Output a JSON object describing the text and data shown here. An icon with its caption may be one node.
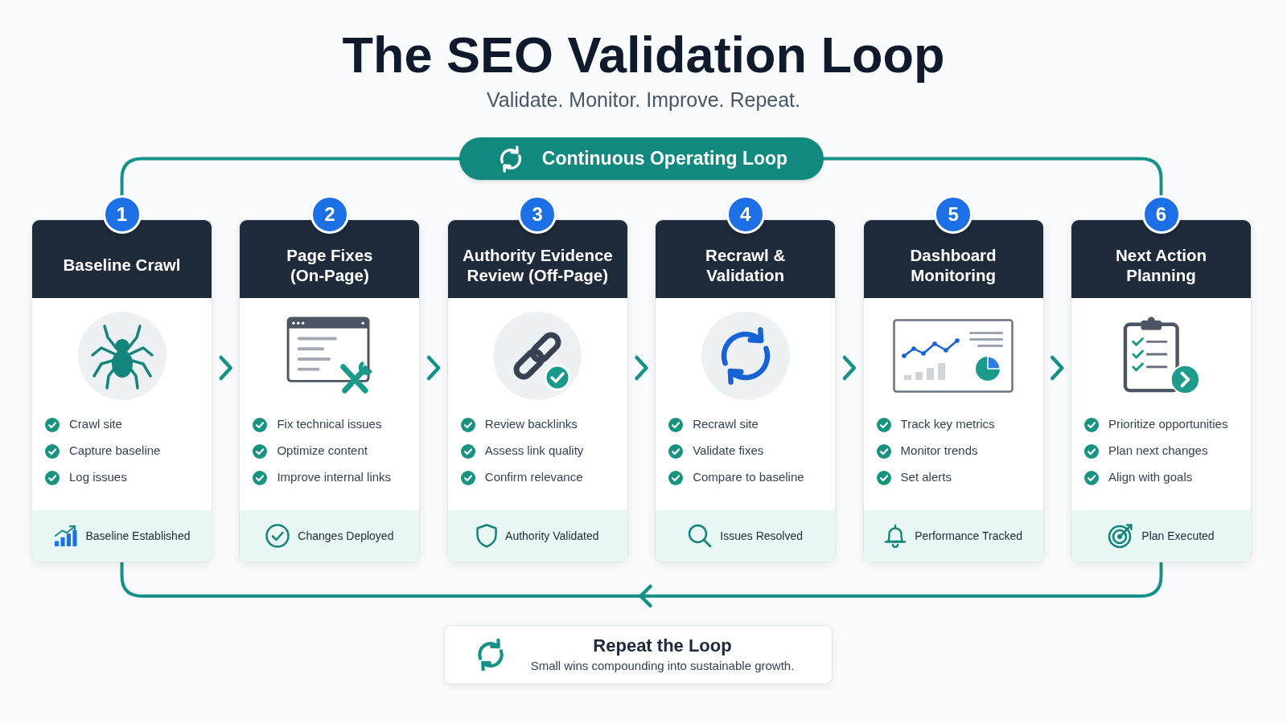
{
  "diagram": {
    "title": "The SEO Validation Loop",
    "nodes": [
      {
        "text": [
          "Continuous Operating Loop"
        ]
      },
      {
        "text": [
          "1"
        ]
      },
      {
        "text": [
          "Baseline Crawl",
          "Crawl site",
          "Capture baseline",
          "Log issues"
        ]
      },
      {
        "text": [
          "Baseline Established"
        ],
        "in": 2
      },
      {
        "text": [
          "2"
        ]
      },
      {
        "text": [
          "Page Fixes (On-Page)",
          "Fix technical issues",
          "Optimize content",
          "Improve internal links"
        ]
      },
      {
        "text": [
          "Changes Deployed"
        ],
        "in": 5
      },
      {
        "text": [
          "3"
        ]
      },
      {
        "text": [
          "Authority Evidence Review (Off-Page)",
          "Review backlinks",
          "Assess link quality",
          "Confirm relevance"
        ]
      },
      {
        "text": [
          "Authority Validated"
        ],
        "in": 8
      },
      {
        "text": [
          "4"
        ]
      },
      {
        "text": [
          "Recrawl & Validation",
          "Recrawl site",
          "Validate fixes",
          "Compare to baseline"
        ]
      },
      {
        "text": [
          "Issues Resolved"
        ],
        "in": 11
      },
      {
        "text": [
          "5"
        ]
      },
      {
        "text": [
          "Dashboard Monitoring",
          "Track key metrics",
          "Monitor trends",
          "Set alerts"
        ]
      },
      {
        "text": [
          "Performance Tracked"
        ],
        "in": 14
      },
      {
        "text": [
          "6"
        ]
      },
      {
        "text": [
          "Next Action Planning",
          "Prioritize opportunities",
          "Plan next changes",
          "Align with goals"
        ]
      },
      {
        "text": [
          "Plan Executed"
        ],
        "in": 17
      },
      {
        "text": [
          "Repeat the Loop",
          "Small wins compounding into sustainable growth."
        ]
      }
    ],
    "edges": [
      {
        "from": 0,
        "to": 1,
        "arrow": "none"
      },
      {
        "from": 0,
        "to": 16,
        "arrow": "none"
      },
      {
        "from": 2,
        "to": 5,
        "arrow": "to"
      },
      {
        "from": 5,
        "to": 8,
        "arrow": "to"
      },
      {
        "from": 8,
        "to": 11,
        "arrow": "to"
      },
      {
        "from": 11,
        "to": 14,
        "arrow": "to"
      },
      {
        "from": 14,
        "to": 17,
        "arrow": "to"
      },
      {
        "from": 17,
        "to": 2,
        "arrow": "to"
      }
    ],
    "labels": [
      "Validate. Monitor. Improve. Repeat."
    ]
  }
}
